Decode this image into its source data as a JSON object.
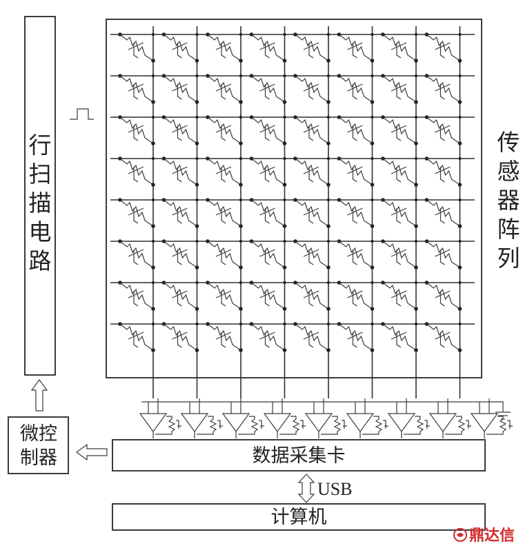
{
  "row_scan_circuit": {
    "label": "行扫描电路"
  },
  "sensor_array": {
    "label": "传感器阵列",
    "rows": 8,
    "cols": 8
  },
  "microcontroller": {
    "label_line1": "微控",
    "label_line2": "制器"
  },
  "daq_card": {
    "label": "数据采集卡"
  },
  "usb_link": {
    "label": "USB"
  },
  "computer": {
    "label": "计算机"
  },
  "watermark": {
    "text": "鼎达信"
  },
  "amplifier_count": 9
}
